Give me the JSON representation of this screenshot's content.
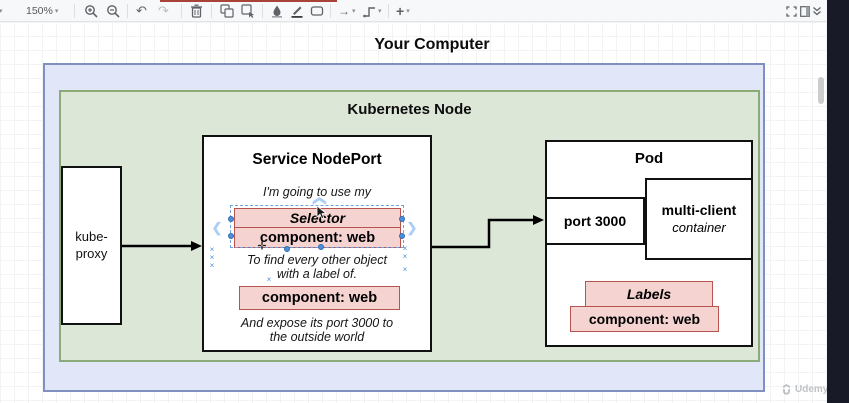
{
  "toolbar": {
    "zoom_level": "150%"
  },
  "glyphs": {
    "caret": "▾",
    "undo": "↶",
    "redo": "↷",
    "arrow_right": "→",
    "plus": "+",
    "chev_left": "❮",
    "chev_right": "❯",
    "x_mark": "×",
    "crosshair": "✛"
  },
  "canvas_title": "Your Computer",
  "diagram": {
    "node_title": "Kubernetes Node",
    "kube_proxy_line1": "kube-",
    "kube_proxy_line2": "proxy",
    "service": {
      "title": "Service NodePort",
      "intro": "I'm going to use my",
      "selector_title": "Selector",
      "selector_value": "component: web",
      "find_line1": "To find every other object",
      "find_line2": "with a label of.",
      "label_value": "component: web",
      "expose_line1": "And expose its port 3000 to",
      "expose_line2": "the outside world"
    },
    "pod": {
      "title": "Pod",
      "port": "port 3000",
      "container_name": "multi-client",
      "container_kind": "container",
      "labels_title": "Labels",
      "labels_value": "component: web"
    }
  },
  "watermark": "Udemy",
  "colors": {
    "blueFill": "#e1e7f8",
    "blueStroke": "#8090c1",
    "greenFill": "#dde7d8",
    "greenStroke": "#8aab77",
    "pinkFill": "#f4d3d1",
    "pinkStroke": "#b85450",
    "handleBlue": "#4d8fdb"
  }
}
